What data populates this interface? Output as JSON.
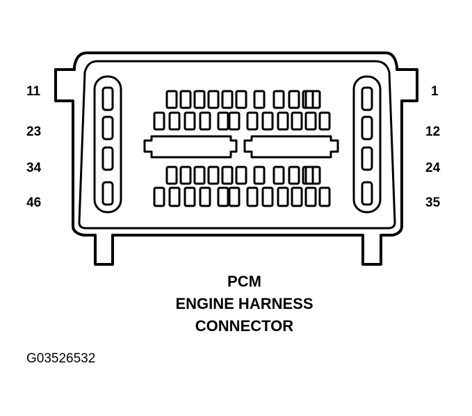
{
  "pin_labels": {
    "left": [
      "11",
      "23",
      "34",
      "46"
    ],
    "right": [
      "1",
      "12",
      "24",
      "35"
    ]
  },
  "caption": {
    "line1": "PCM",
    "line2": "ENGINE HARNESS",
    "line3": "CONNECTOR"
  },
  "figure_id": "G03526532",
  "colors": {
    "ink": "#000000",
    "background": "#ffffff"
  }
}
